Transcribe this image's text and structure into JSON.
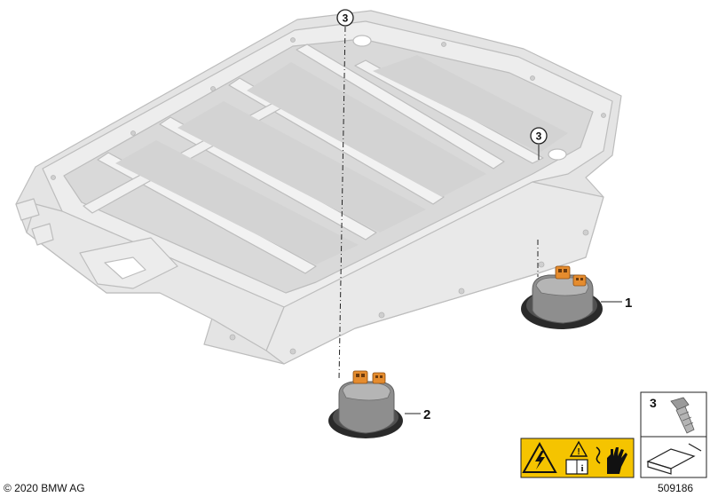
{
  "copyright": "© 2020 BMW AG",
  "drawing_number": "509186",
  "parts": [
    {
      "number": "1",
      "name": ""
    },
    {
      "number": "2",
      "name": ""
    },
    {
      "number": "3",
      "name": ""
    }
  ],
  "callouts": {
    "top": "3",
    "right": "3"
  },
  "legend": {
    "quantity_number": "3",
    "icon": "bolt-icon"
  },
  "warning_panel": {
    "icons": [
      "high-voltage-warning-icon",
      "caution-read-manual-icon",
      "electrical-glove-icon"
    ],
    "color": "#f5c400"
  },
  "colors": {
    "frame": "#e2e2e2",
    "frame_edge": "#bdbdbd",
    "connector": "#e58c2e",
    "body": "#8a8a8a"
  }
}
